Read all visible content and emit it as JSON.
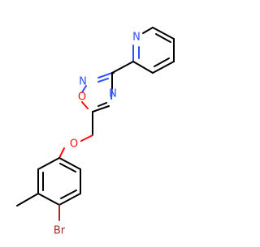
{
  "molecule": {
    "atoms": {
      "n_pyridine": "N",
      "o_ring": "O",
      "n_ring_top": "N",
      "n_ring_right": "N",
      "o_ether": "O",
      "br": "Br"
    }
  },
  "colors": {
    "carbon_bond": "#000000",
    "nitrogen": "#3050F8",
    "oxygen": "#FF0D0D",
    "bromine": "#A62929",
    "background": "#FFFFFF"
  }
}
